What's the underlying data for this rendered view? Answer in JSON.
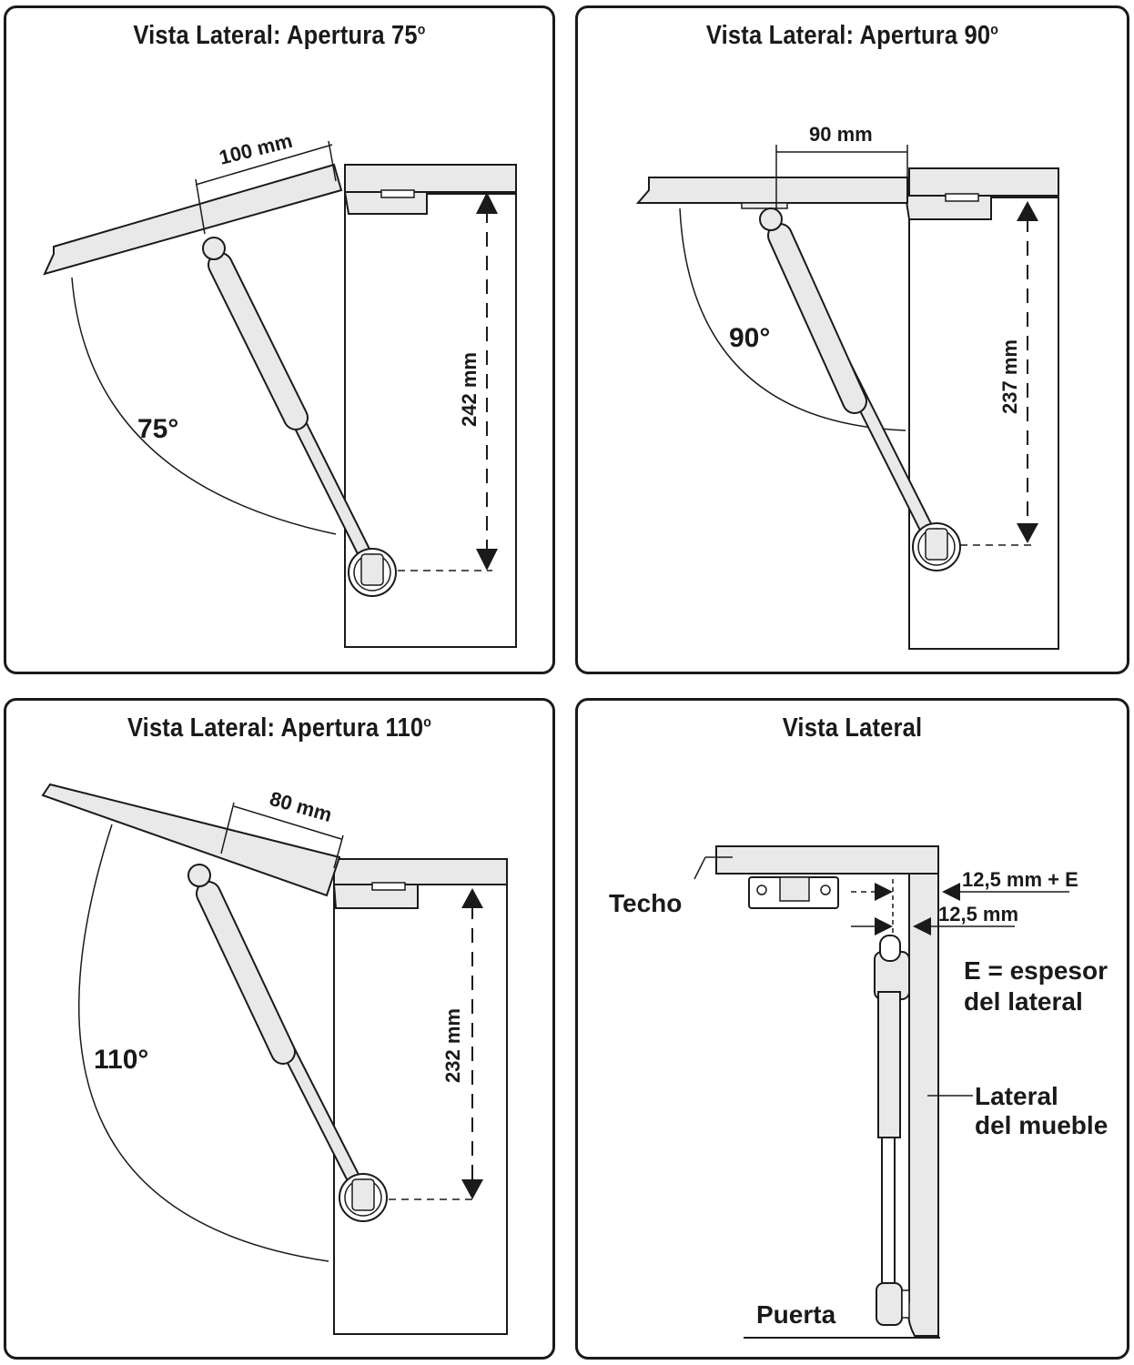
{
  "colors": {
    "stroke": "#1a1a1a",
    "panel_fill": "#e9e9e9",
    "background": "#ffffff"
  },
  "panels": {
    "p75": {
      "title": "Vista Lateral: Apertura 75",
      "title_sup": "o",
      "width_label": "100 mm",
      "height_label": "242 mm",
      "angle_label": "75°"
    },
    "p90": {
      "title": "Vista Lateral: Apertura 90",
      "title_sup": "o",
      "width_label": "90 mm",
      "height_label": "237 mm",
      "angle_label": "90°"
    },
    "p110": {
      "title": "Vista Lateral: Apertura 110",
      "title_sup": "o",
      "width_label": "80 mm",
      "height_label": "232 mm",
      "angle_label": "110°"
    },
    "side": {
      "title": "Vista Lateral",
      "techo_label": "Techo",
      "offset_e_label": "12,5 mm + E",
      "offset_label": "12,5 mm",
      "e_line1": "E = espesor",
      "e_line2": "del lateral",
      "lateral_line1": "Lateral",
      "lateral_line2": "del mueble",
      "puerta_label": "Puerta"
    }
  }
}
